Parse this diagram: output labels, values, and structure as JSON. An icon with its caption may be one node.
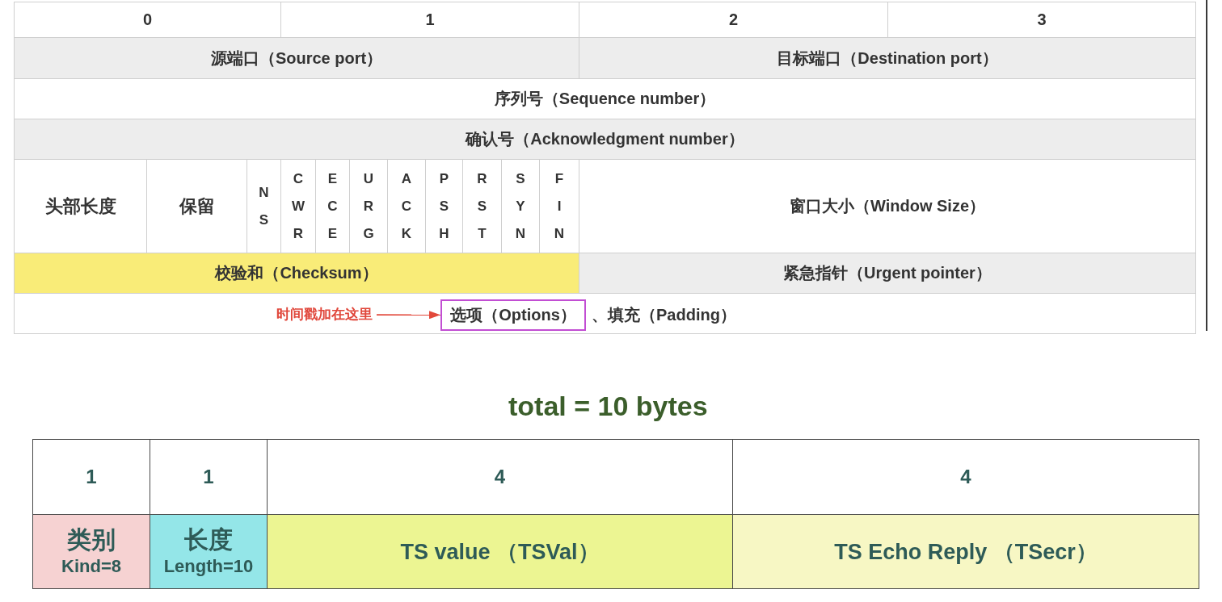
{
  "diagram": {
    "title": "total = 10 bytes",
    "nodes": [
      {
        "text": [
          "0"
        ]
      },
      {
        "text": [
          "1"
        ]
      },
      {
        "text": [
          "2"
        ]
      },
      {
        "text": [
          "3"
        ]
      },
      {
        "text": [
          "源端口（Source port）"
        ]
      },
      {
        "text": [
          "目标端口（Destination port）"
        ]
      },
      {
        "text": [
          "序列号（Sequence number）"
        ]
      },
      {
        "text": [
          "确认号（Acknowledgment number）"
        ]
      },
      {
        "text": [
          "头部长度"
        ]
      },
      {
        "text": [
          "保留"
        ]
      },
      {
        "text": [
          "NS"
        ]
      },
      {
        "text": [
          "CWR"
        ]
      },
      {
        "text": [
          "ECE"
        ]
      },
      {
        "text": [
          "URG"
        ]
      },
      {
        "text": [
          "ACK"
        ]
      },
      {
        "text": [
          "PSH"
        ]
      },
      {
        "text": [
          "RST"
        ]
      },
      {
        "text": [
          "SYN"
        ]
      },
      {
        "text": [
          "FIN"
        ]
      },
      {
        "text": [
          "窗口大小（Window Size）"
        ]
      },
      {
        "text": [
          "校验和（Checksum）"
        ]
      },
      {
        "text": [
          "紧急指针（Urgent pointer）"
        ]
      },
      {
        "text": [
          "、填充（Padding）"
        ]
      },
      {
        "text": [
          "时间戳加在这里"
        ],
        "in": 22
      },
      {
        "text": [
          "选项（Options）"
        ],
        "in": 22
      },
      {
        "text": [
          "1"
        ]
      },
      {
        "text": [
          "1"
        ]
      },
      {
        "text": [
          "4"
        ]
      },
      {
        "text": [
          "4"
        ]
      },
      {
        "text": [
          "类别",
          "Kind=8"
        ]
      },
      {
        "text": [
          "长度",
          "Length=10"
        ]
      },
      {
        "text": [
          "TS value （TSVal）"
        ]
      },
      {
        "text": [
          "TS Echo Reply （TSecr）"
        ]
      }
    ],
    "edges": [
      {
        "from": 23,
        "to": 24,
        "arrow": "to",
        "color": "#e2493b"
      }
    ]
  }
}
